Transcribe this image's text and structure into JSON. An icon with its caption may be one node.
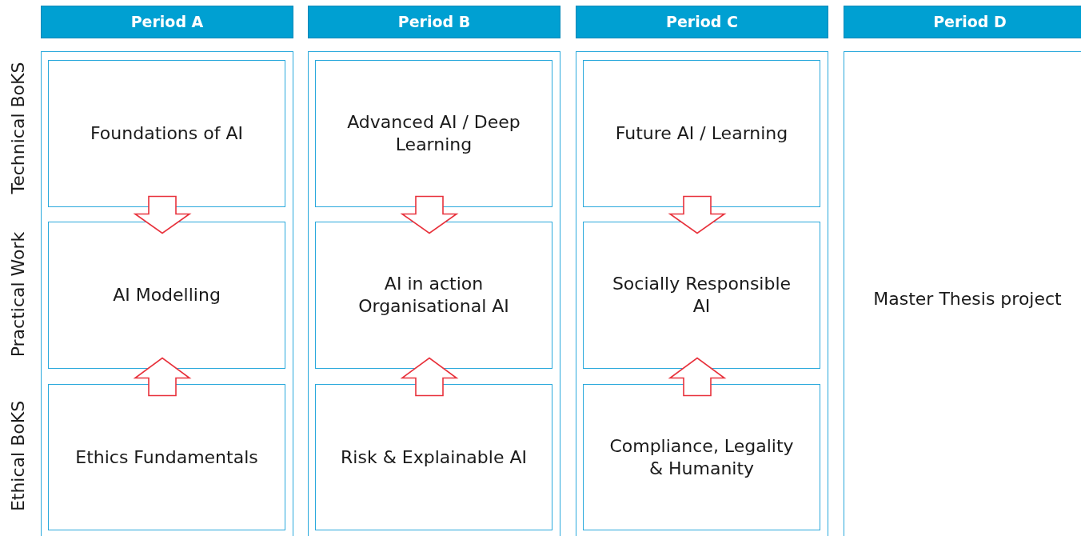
{
  "diagram": {
    "nodes": [
      {
        "text": [
          "Period A"
        ]
      },
      {
        "text": [
          "Period B"
        ]
      },
      {
        "text": [
          "Period C"
        ]
      },
      {
        "text": [
          "Period D"
        ]
      },
      {
        "text": [],
        "shape": "box"
      },
      {
        "text": [
          "Foundations of AI"
        ],
        "in": 4
      },
      {
        "text": [
          "AI Modelling"
        ],
        "in": 4
      },
      {
        "text": [
          "Ethics Fundamentals"
        ],
        "in": 4
      },
      {
        "text": [],
        "shape": "box"
      },
      {
        "text": [
          "Advanced AI / Deep Learning"
        ],
        "in": 8
      },
      {
        "text": [
          "AI in action Organisational AI"
        ],
        "in": 8
      },
      {
        "text": [
          "Risk & Explainable AI"
        ],
        "in": 8
      },
      {
        "text": [],
        "shape": "box"
      },
      {
        "text": [
          "Future AI / Learning"
        ],
        "in": 12
      },
      {
        "text": [
          "Socially Responsible AI"
        ],
        "in": 12
      },
      {
        "text": [
          "Compliance, Legality & Humanity"
        ],
        "in": 12
      },
      {
        "text": [
          "Master Thesis project"
        ]
      }
    ],
    "edges": [
      {
        "from": 5,
        "to": 6,
        "arrow": "to"
      },
      {
        "from": 7,
        "to": 6,
        "arrow": "to"
      },
      {
        "from": 9,
        "to": 10,
        "arrow": "to"
      },
      {
        "from": 11,
        "to": 10,
        "arrow": "to"
      },
      {
        "from": 13,
        "to": 14,
        "arrow": "to"
      },
      {
        "from": 15,
        "to": 14,
        "arrow": "to"
      }
    ],
    "labels": [
      "Technical BoKS",
      "Practical Work",
      "Ethical BoKS"
    ]
  }
}
